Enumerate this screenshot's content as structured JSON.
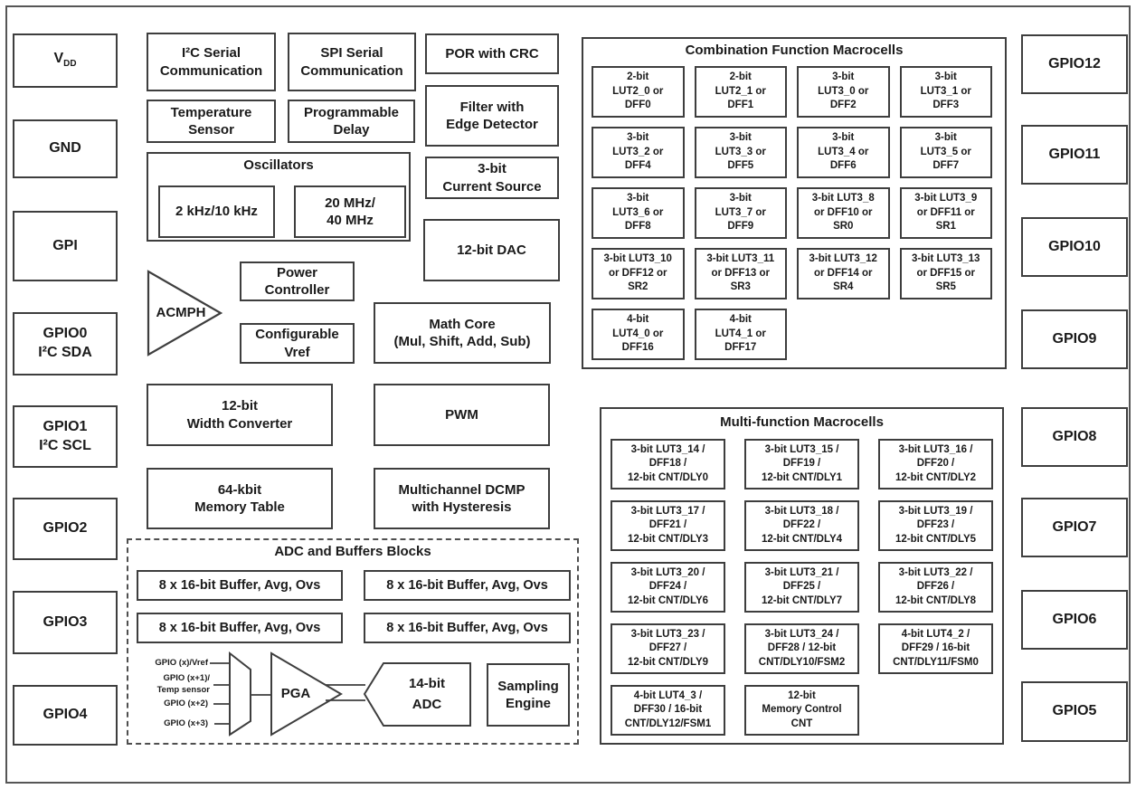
{
  "colors": {
    "border": "#3e3e3e",
    "outer": "#565656",
    "text": "#1a1a1a",
    "bg": "#ffffff"
  },
  "pins": {
    "left": [
      {
        "id": "vdd",
        "lines": [
          "V_{DD}"
        ]
      },
      {
        "id": "gnd",
        "lines": [
          "GND"
        ]
      },
      {
        "id": "gpi",
        "lines": [
          "GPI"
        ]
      },
      {
        "id": "gpio0",
        "lines": [
          "GPIO0",
          "I²C SDA"
        ]
      },
      {
        "id": "gpio1",
        "lines": [
          "GPIO1",
          "I²C SCL"
        ]
      },
      {
        "id": "gpio2",
        "lines": [
          "GPIO2"
        ]
      },
      {
        "id": "gpio3",
        "lines": [
          "GPIO3"
        ]
      },
      {
        "id": "gpio4",
        "lines": [
          "GPIO4"
        ]
      }
    ],
    "right": [
      {
        "id": "gpio12",
        "lines": [
          "GPIO12"
        ]
      },
      {
        "id": "gpio11",
        "lines": [
          "GPIO11"
        ]
      },
      {
        "id": "gpio10",
        "lines": [
          "GPIO10"
        ]
      },
      {
        "id": "gpio9",
        "lines": [
          "GPIO9"
        ]
      },
      {
        "id": "gpio8",
        "lines": [
          "GPIO8"
        ]
      },
      {
        "id": "gpio7",
        "lines": [
          "GPIO7"
        ]
      },
      {
        "id": "gpio6",
        "lines": [
          "GPIO6"
        ]
      },
      {
        "id": "gpio5",
        "lines": [
          "GPIO5"
        ]
      }
    ]
  },
  "blocks": {
    "i2c": {
      "lines": [
        "I²C Serial",
        "Communication"
      ]
    },
    "spi": {
      "lines": [
        "SPI Serial",
        "Communication"
      ]
    },
    "temp_sensor": {
      "lines": [
        "Temperature",
        "Sensor"
      ]
    },
    "prog_delay": {
      "lines": [
        "Programmable",
        "Delay"
      ]
    },
    "oscillators": {
      "title": "Oscillators",
      "low": {
        "lines": [
          "2 kHz/10 kHz"
        ]
      },
      "high": {
        "lines": [
          "20 MHz/",
          "40 MHz"
        ]
      }
    },
    "por": {
      "lines": [
        "POR with CRC"
      ]
    },
    "filter": {
      "lines": [
        "Filter with",
        "Edge Detector"
      ]
    },
    "current_source": {
      "lines": [
        "3-bit",
        "Current Source"
      ]
    },
    "dac": {
      "lines": [
        "12-bit DAC"
      ]
    },
    "acmph": {
      "label": "ACMPH"
    },
    "power_controller": {
      "lines": [
        "Power",
        "Controller"
      ]
    },
    "vref": {
      "lines": [
        "Configurable",
        "Vref"
      ]
    },
    "math_core": {
      "lines": [
        "Math Core",
        "(Mul, Shift, Add, Sub)"
      ]
    },
    "width_converter": {
      "lines": [
        "12-bit",
        "Width Converter"
      ]
    },
    "pwm": {
      "lines": [
        "PWM"
      ]
    },
    "memory_table": {
      "lines": [
        "64-kbit",
        "Memory Table"
      ]
    },
    "dcmp": {
      "lines": [
        "Multichannel DCMP",
        "with Hysteresis"
      ]
    }
  },
  "adc_block": {
    "title": "ADC and Buffers Blocks",
    "buffers": [
      "8 x 16-bit Buffer, Avg, Ovs",
      "8 x 16-bit Buffer, Avg, Ovs",
      "8 x 16-bit Buffer, Avg, Ovs",
      "8 x 16-bit Buffer, Avg, Ovs"
    ],
    "mux_inputs": [
      {
        "id": "vref-in",
        "lines": [
          "GPIO (x)/Vref"
        ]
      },
      {
        "id": "temp-in",
        "lines": [
          "GPIO (x+1)/",
          "Temp sensor"
        ]
      },
      {
        "id": "in2",
        "lines": [
          "GPIO (x+2)"
        ]
      },
      {
        "id": "in3",
        "lines": [
          "GPIO (x+3)"
        ]
      }
    ],
    "pga_label": "PGA",
    "adc_label": [
      "14-bit",
      "ADC"
    ],
    "sampling_engine": {
      "lines": [
        "Sampling",
        "Engine"
      ]
    }
  },
  "combination": {
    "title": "Combination Function Macrocells",
    "cells": [
      {
        "lines": [
          "2-bit",
          "LUT2_0 or",
          "DFF0"
        ]
      },
      {
        "lines": [
          "2-bit",
          "LUT2_1 or",
          "DFF1"
        ]
      },
      {
        "lines": [
          "3-bit",
          "LUT3_0 or",
          "DFF2"
        ]
      },
      {
        "lines": [
          "3-bit",
          "LUT3_1 or",
          "DFF3"
        ]
      },
      {
        "lines": [
          "3-bit",
          "LUT3_2 or",
          "DFF4"
        ]
      },
      {
        "lines": [
          "3-bit",
          "LUT3_3 or",
          "DFF5"
        ]
      },
      {
        "lines": [
          "3-bit",
          "LUT3_4 or",
          "DFF6"
        ]
      },
      {
        "lines": [
          "3-bit",
          "LUT3_5 or",
          "DFF7"
        ]
      },
      {
        "lines": [
          "3-bit",
          "LUT3_6 or",
          "DFF8"
        ]
      },
      {
        "lines": [
          "3-bit",
          "LUT3_7 or",
          "DFF9"
        ]
      },
      {
        "lines": [
          "3-bit LUT3_8",
          "or DFF10 or",
          "SR0"
        ]
      },
      {
        "lines": [
          "3-bit LUT3_9",
          "or DFF11 or",
          "SR1"
        ]
      },
      {
        "lines": [
          "3-bit LUT3_10",
          "or DFF12 or",
          "SR2"
        ]
      },
      {
        "lines": [
          "3-bit LUT3_11",
          "or DFF13 or",
          "SR3"
        ]
      },
      {
        "lines": [
          "3-bit LUT3_12",
          "or DFF14 or",
          "SR4"
        ]
      },
      {
        "lines": [
          "3-bit LUT3_13",
          "or DFF15 or",
          "SR5"
        ]
      },
      {
        "lines": [
          "4-bit",
          "LUT4_0 or",
          "DFF16"
        ]
      },
      {
        "lines": [
          "4-bit",
          "LUT4_1 or",
          "DFF17"
        ]
      }
    ]
  },
  "multifunction": {
    "title": "Multi-function Macrocells",
    "cells": [
      {
        "lines": [
          "3-bit LUT3_14 /",
          "DFF18 /",
          "12-bit CNT/DLY0"
        ]
      },
      {
        "lines": [
          "3-bit LUT3_15 /",
          "DFF19 /",
          "12-bit CNT/DLY1"
        ]
      },
      {
        "lines": [
          "3-bit LUT3_16 /",
          "DFF20 /",
          "12-bit CNT/DLY2"
        ]
      },
      {
        "lines": [
          "3-bit LUT3_17 /",
          "DFF21 /",
          "12-bit CNT/DLY3"
        ]
      },
      {
        "lines": [
          "3-bit LUT3_18 /",
          "DFF22 /",
          "12-bit CNT/DLY4"
        ]
      },
      {
        "lines": [
          "3-bit LUT3_19 /",
          "DFF23 /",
          "12-bit CNT/DLY5"
        ]
      },
      {
        "lines": [
          "3-bit LUT3_20 /",
          "DFF24 /",
          "12-bit CNT/DLY6"
        ]
      },
      {
        "lines": [
          "3-bit LUT3_21 /",
          "DFF25 /",
          "12-bit CNT/DLY7"
        ]
      },
      {
        "lines": [
          "3-bit LUT3_22 /",
          "DFF26 /",
          "12-bit CNT/DLY8"
        ]
      },
      {
        "lines": [
          "3-bit LUT3_23 /",
          "DFF27 /",
          "12-bit CNT/DLY9"
        ]
      },
      {
        "lines": [
          "3-bit LUT3_24 /",
          "DFF28 / 12-bit",
          "CNT/DLY10/FSM2"
        ]
      },
      {
        "lines": [
          "4-bit LUT4_2 /",
          "DFF29 / 16-bit",
          "CNT/DLY11/FSM0"
        ]
      },
      {
        "lines": [
          "4-bit LUT4_3 /",
          "DFF30 / 16-bit",
          "CNT/DLY12/FSM1"
        ]
      },
      {
        "lines": [
          "12-bit",
          "Memory Control",
          "CNT"
        ]
      }
    ]
  }
}
